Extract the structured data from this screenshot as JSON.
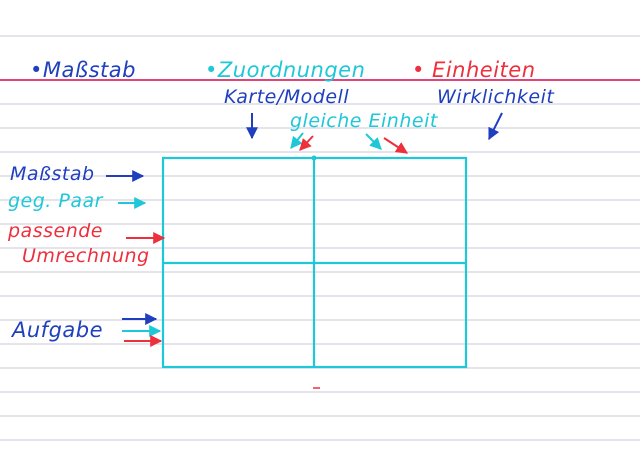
{
  "header": {
    "item_massstab": "•Maßstab",
    "item_zuordnungen": "•Zuordnungen",
    "item_einheiten": "• Einheiten"
  },
  "top_labels": {
    "karte_modell": "Karte/Modell",
    "wirklichkeit": "Wirklichkeit",
    "gleiche_einheit": "gleiche Einheit"
  },
  "side_labels": {
    "massstab": "Maßstab",
    "geg_paar": "geg. Paar",
    "passende": "passende",
    "umrechnung": "Umrechnung",
    "aufgabe": "Aufgabe"
  },
  "colors": {
    "blue": "#1f3fbf",
    "cyan": "#1ec8d8",
    "red": "#ee2f3c",
    "margin_line": "#e0457a",
    "rule_line": "#c9c9d6"
  }
}
